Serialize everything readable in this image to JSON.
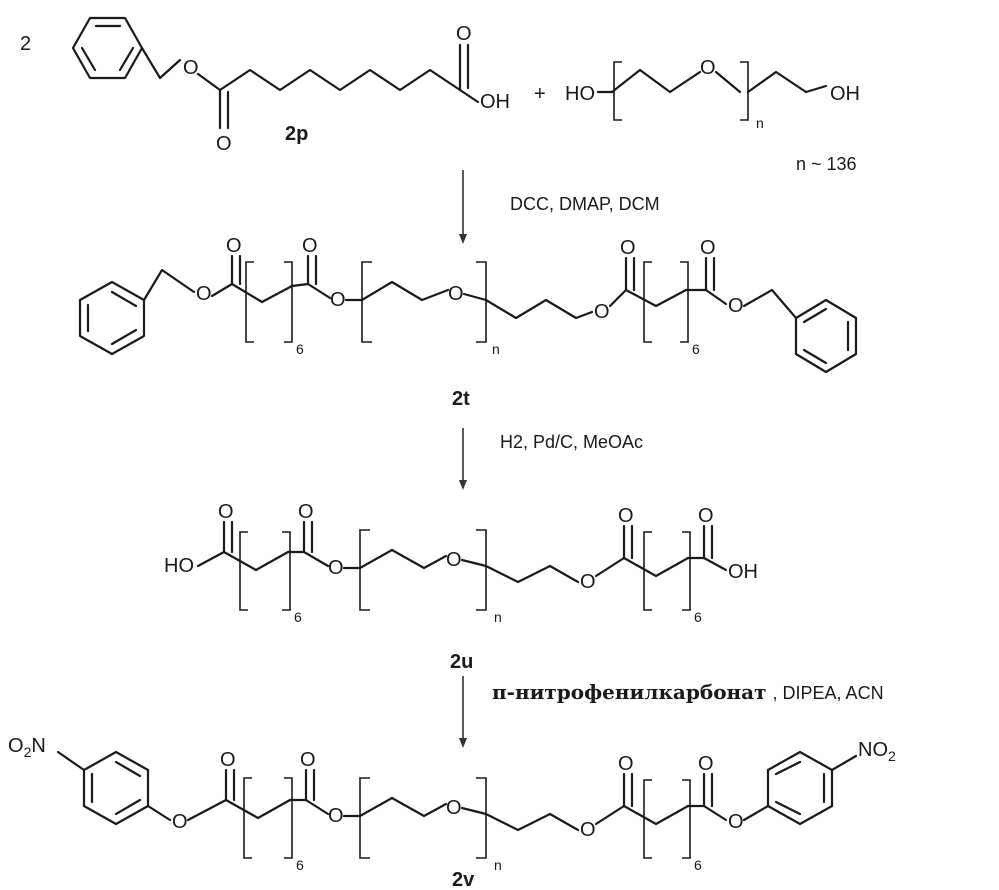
{
  "reactants": {
    "coefficient": "2",
    "acid_label": "2p",
    "oh_right": "OH",
    "plus": "+",
    "ho_left": "HO",
    "oh_peg": "OH",
    "n_sub": "n",
    "n_value": "n ~ 136"
  },
  "steps": [
    {
      "conditions": "DCC, DMAP, DCM"
    },
    {
      "conditions": "H2, Pd/C, MeOAc"
    },
    {
      "conditions_ru": "п-нитрофенилкарбонат",
      "conditions_rest": ", DIPEA, ACN"
    }
  ],
  "products": {
    "p1_label": "2t",
    "p2_label": "2u",
    "p3_label": "2v",
    "repeat_6": "6",
    "repeat_n": "n",
    "ho": "HO",
    "oh": "OH",
    "o2n": "O2N",
    "no2": "NO2",
    "O": "O"
  }
}
